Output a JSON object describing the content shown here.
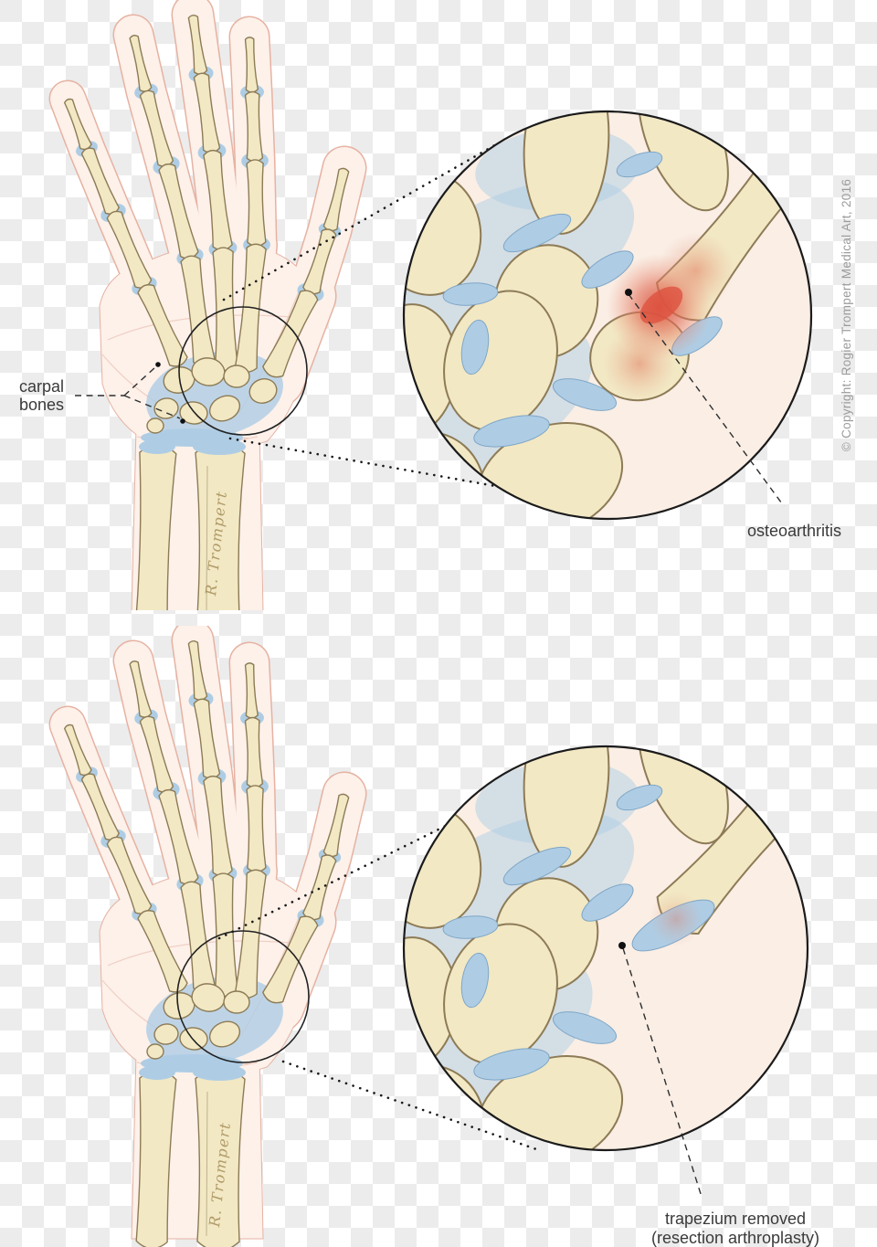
{
  "labels": {
    "carpal_line1": "carpal",
    "carpal_line2": "bones",
    "osteoarthritis": "osteoarthritis",
    "trapezium_line1": "trapezium removed",
    "trapezium_line2": "(resection arthroplasty)"
  },
  "credits": {
    "copyright": "© Copyright: Rogier Trompert Medical Art, 2016",
    "signature": "R. Trompert"
  },
  "colors": {
    "bone_fill": "#f2e8c4",
    "bone_light": "#faf4df",
    "bone_stroke": "#8d7b56",
    "cartilage": "#aecde5",
    "cartilage_stroke": "#7fa6c6",
    "flesh_fill": "#fdf1ea",
    "flesh_stroke": "#e6b2a2",
    "circle_bg": "#faeee5",
    "inflammation": "#dd5240",
    "inflammation_soft": "#eb8a6e",
    "label_color": "#3a3a3a",
    "copyright_color": "#9b9b9b",
    "signature_color": "#a58e58"
  }
}
